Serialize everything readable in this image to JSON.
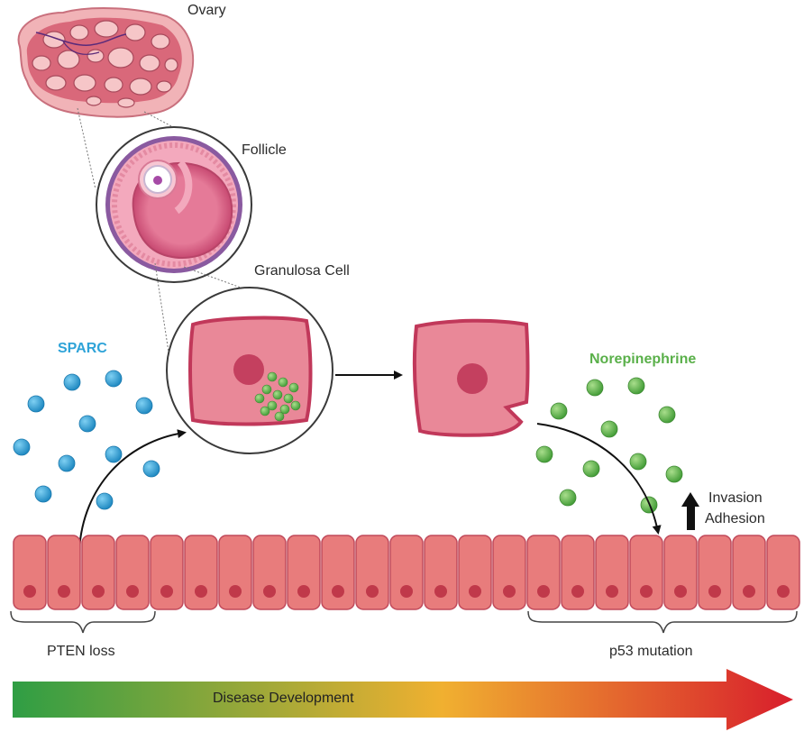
{
  "labels": {
    "ovary": "Ovary",
    "follicle": "Follicle",
    "granulosa_cell": "Granulosa Cell",
    "sparc": "SPARC",
    "norepinephrine": "Norepinephrine",
    "invasion": "Invasion",
    "adhesion": "Adhesion",
    "pten_loss": "PTEN loss",
    "p53_mutation": "p53 mutation",
    "disease_development": "Disease Development"
  },
  "colors": {
    "sparc": "#2ea3d8",
    "norepinephrine": "#5ab04a",
    "epithelium_cell": "#e87c7c",
    "epithelium_nucleus": "#c0394a",
    "granulosa_cell": "#e98898",
    "arrow_start": "#2f9e44",
    "arrow_mid": "#f0b030",
    "arrow_end": "#d81e2c"
  }
}
